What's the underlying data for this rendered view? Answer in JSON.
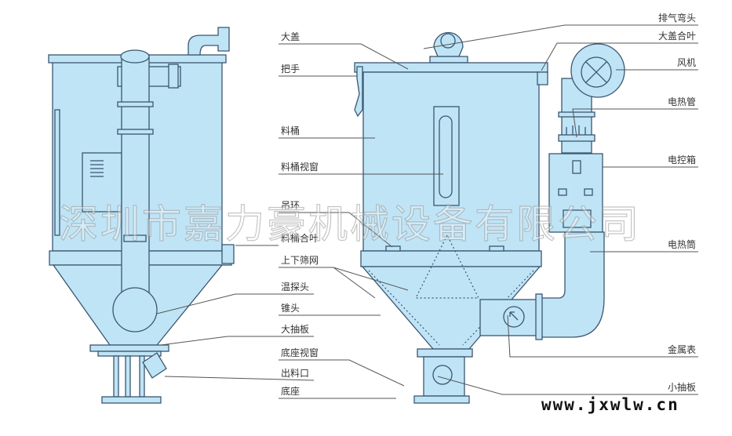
{
  "title": "Hopper dryer structure diagram",
  "labels_left": {
    "lid": "大盖",
    "handle": "把手",
    "hopper": "料桶",
    "hopper_window": "料桶视窗",
    "lifting_ring": "吊环",
    "hopper_hinge": "料桶合叶",
    "screens": "上下筛网",
    "temp_probe": "温探头",
    "cone": "锥头",
    "large_slide": "大抽板",
    "base_window": "底座视窗",
    "outlet": "出料口",
    "base": "底座"
  },
  "labels_right": {
    "exhaust_elbow": "排气弯头",
    "lid_hinge": "大盖合叶",
    "blower": "风机",
    "heater_tube": "电热管",
    "control_box": "电控箱",
    "heater_barrel": "电热筒",
    "gauge": "金属表",
    "small_slide": "小抽板"
  },
  "watermark": "深圳市嘉力豪机械设备有限公司",
  "website": "www.jxwlw.cn"
}
